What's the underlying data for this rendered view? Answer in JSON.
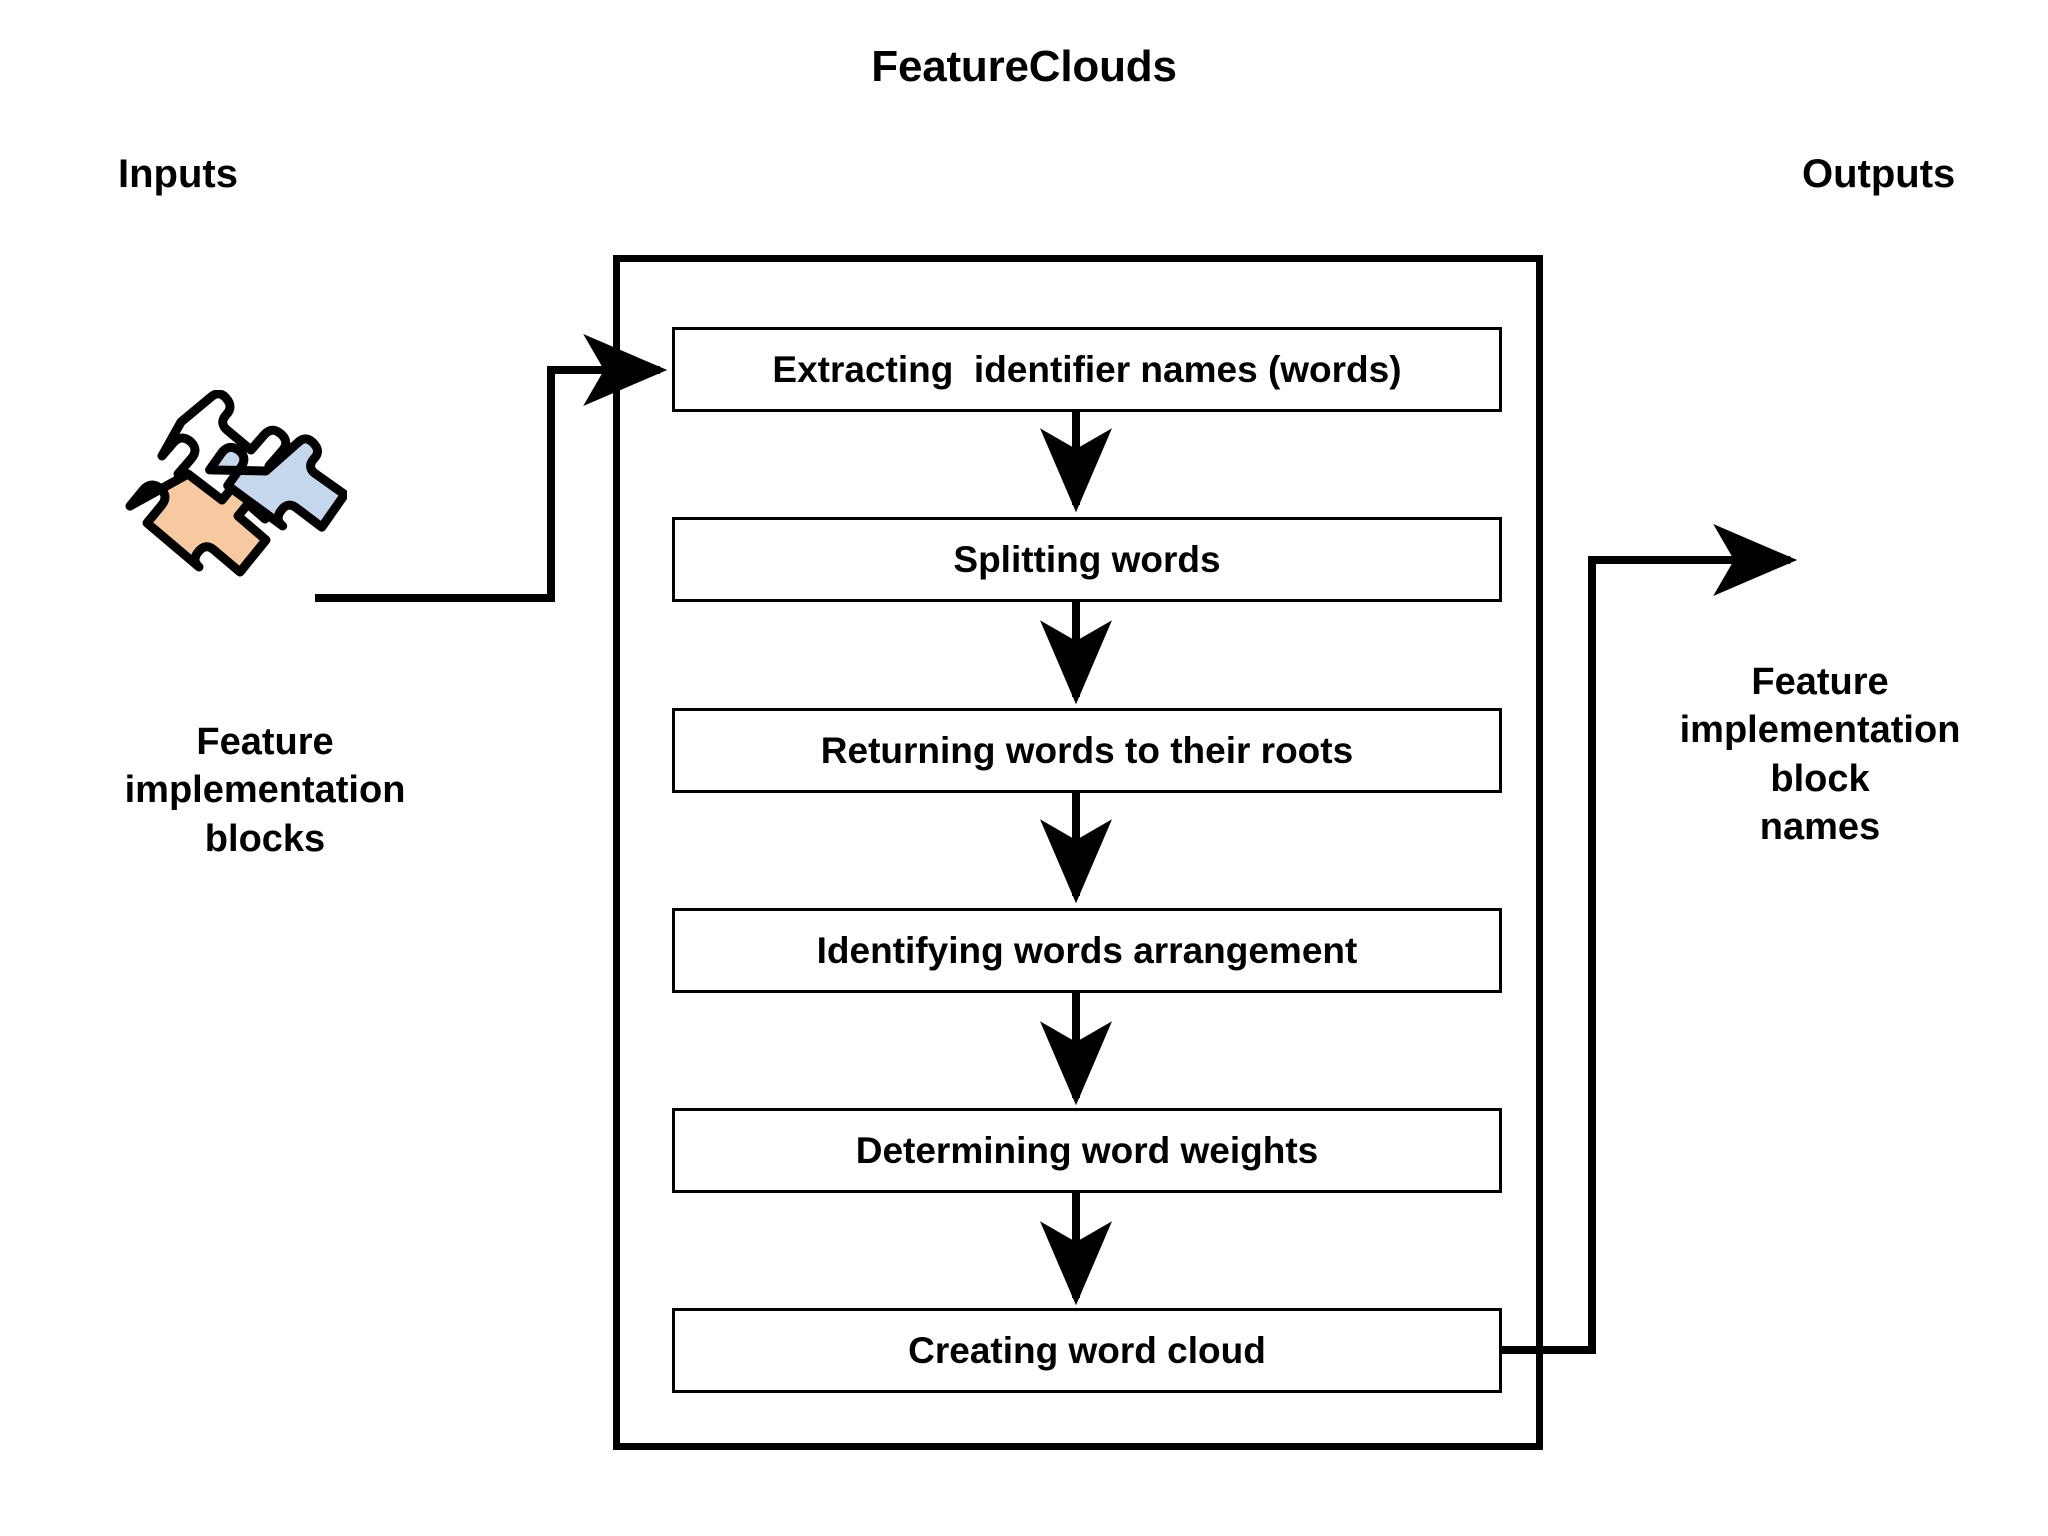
{
  "diagram": {
    "title": "FeatureClouds",
    "inputs_label": "Inputs",
    "outputs_label": "Outputs",
    "input_icon": "puzzle-pieces-icon",
    "input_caption": {
      "line1": "Feature",
      "line2": "implementation",
      "line3": "blocks"
    },
    "output_caption": {
      "line1": "Feature",
      "line2": "implementation",
      "line3": "block",
      "line4": "names"
    },
    "steps": [
      {
        "label": "Extracting  identifier names (words)"
      },
      {
        "label": "Splitting words"
      },
      {
        "label": "Returning words to their roots"
      },
      {
        "label": "Identifying words arrangement"
      },
      {
        "label": "Determining word weights"
      },
      {
        "label": "Creating word cloud"
      }
    ],
    "colors": {
      "stroke": "#000000",
      "background": "#ffffff",
      "puzzle_orange": "#F7C9A0",
      "puzzle_blue": "#C5D7EC",
      "puzzle_white": "#FFFFFF"
    }
  }
}
